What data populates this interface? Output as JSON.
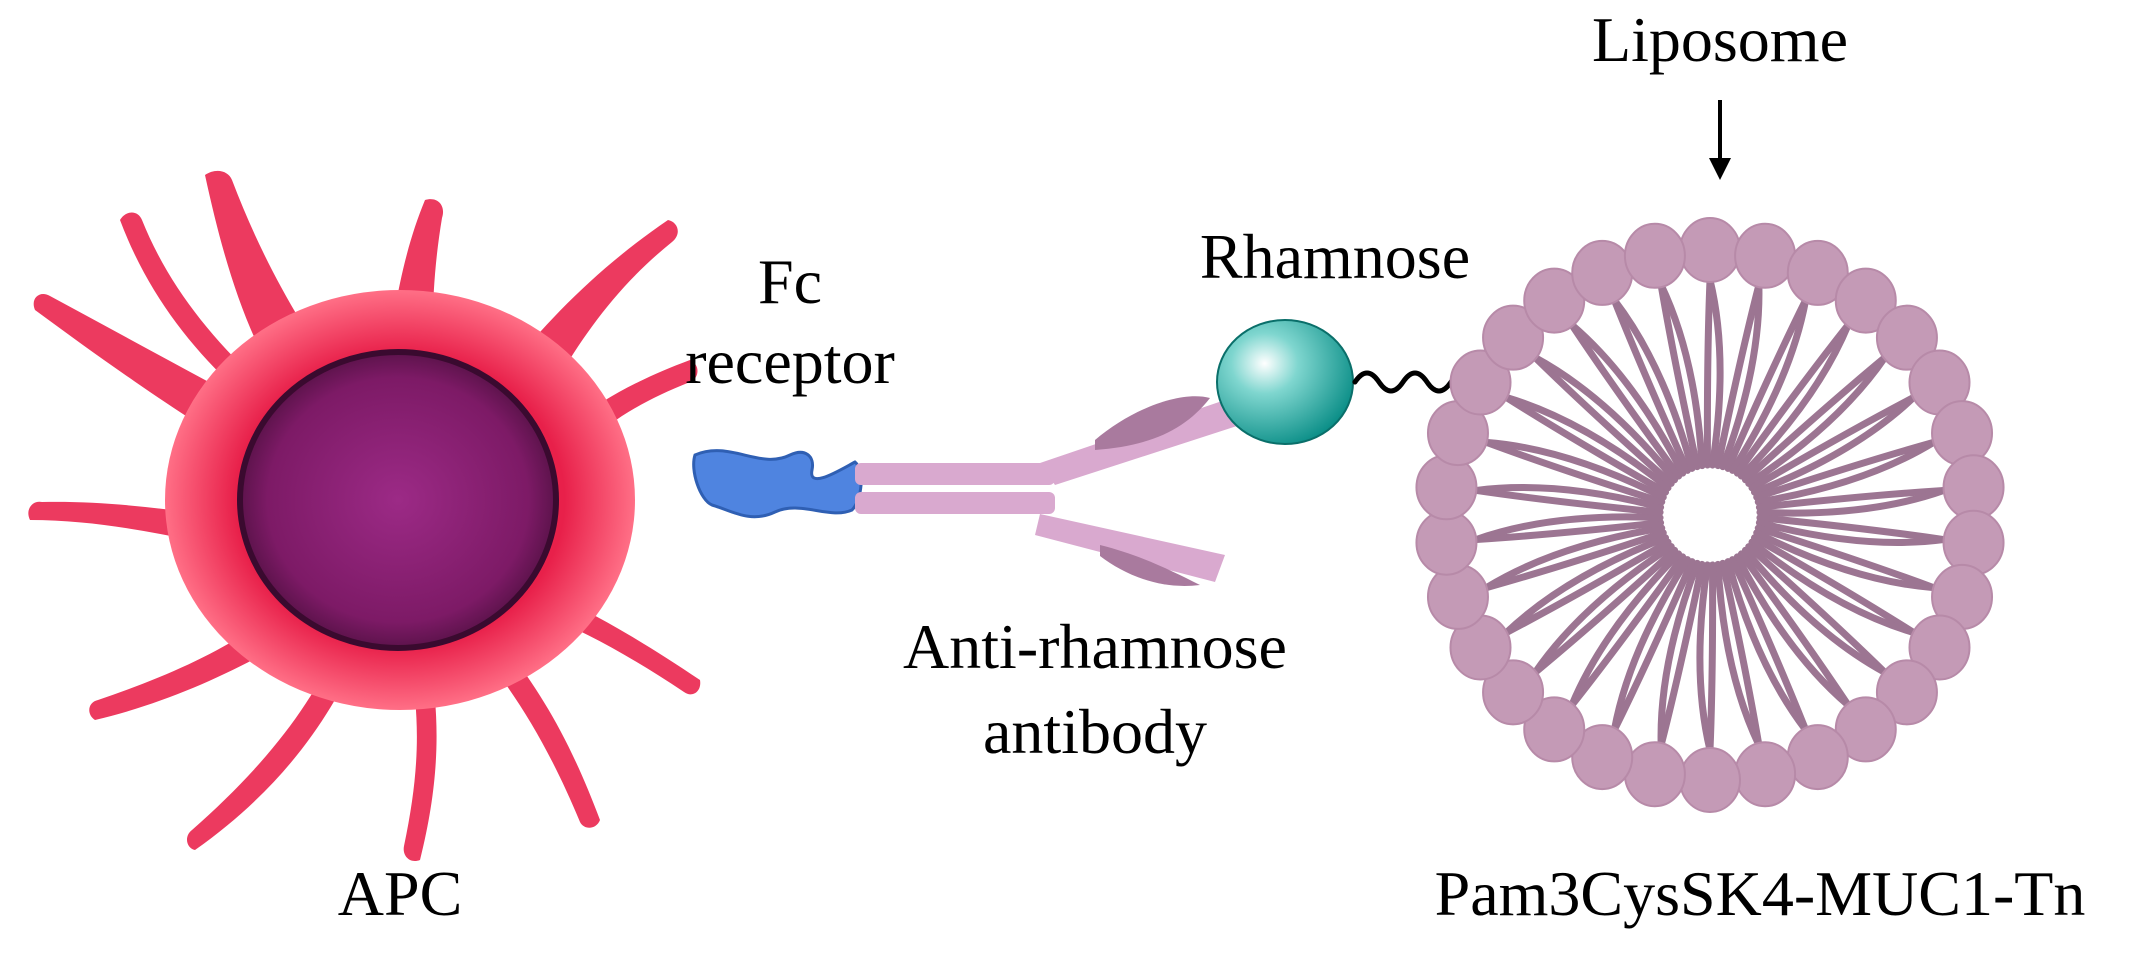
{
  "labels": {
    "liposome": "Liposome",
    "rhamnose": "Rhamnose",
    "fc_receptor_line1": "Fc",
    "fc_receptor_line2": "receptor",
    "antibody_line1": "Anti-rhamnose",
    "antibody_line2": "antibody",
    "apc": "APC",
    "construct": "Pam3CysSK4-MUC1-Tn"
  },
  "colors": {
    "apc_body": "#e8204a",
    "apc_nucleus": "#8a1f70",
    "fc_receptor": "#4f84e0",
    "antibody": "#d9a9cf",
    "antibody_dark": "#a97a9e",
    "rhamnose": "#14a8a0",
    "lipid_head": "#c49ab6",
    "lipid_tail": "#9c7592",
    "text": "#000000"
  },
  "diagram": {
    "liposome_lipid_count": 30
  }
}
